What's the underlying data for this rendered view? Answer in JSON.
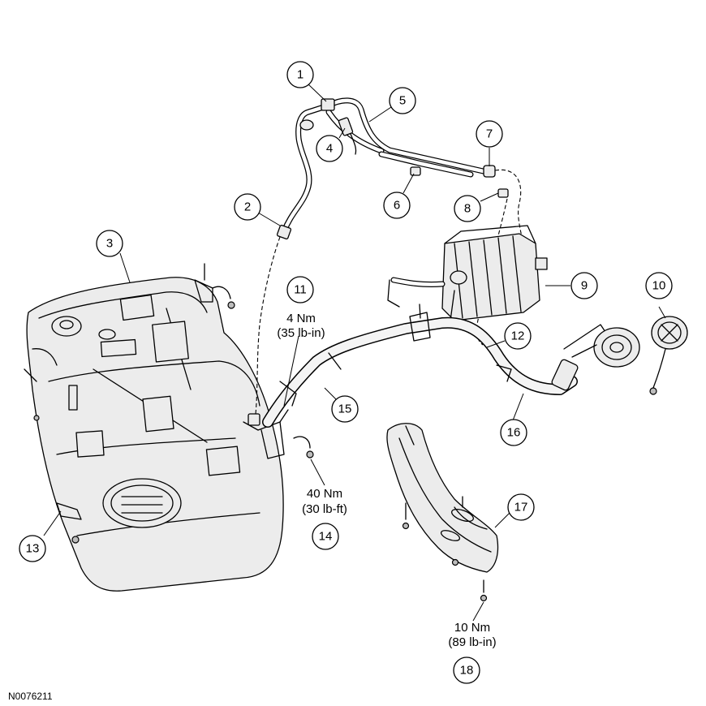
{
  "diagram": {
    "reference_code": "N0076211",
    "callouts": [
      {
        "label": "1"
      },
      {
        "label": "2"
      },
      {
        "label": "3"
      },
      {
        "label": "4"
      },
      {
        "label": "5"
      },
      {
        "label": "6"
      },
      {
        "label": "7"
      },
      {
        "label": "8"
      },
      {
        "label": "9"
      },
      {
        "label": "10"
      },
      {
        "label": "11"
      },
      {
        "label": "12"
      },
      {
        "label": "13"
      },
      {
        "label": "14"
      },
      {
        "label": "15"
      },
      {
        "label": "16"
      },
      {
        "label": "17"
      },
      {
        "label": "18"
      }
    ],
    "torque_specs": [
      {
        "metric": "4 Nm",
        "imperial": "(35 lb-in)"
      },
      {
        "metric": "40 Nm",
        "imperial": "(30 lb-ft)"
      },
      {
        "metric": "10 Nm",
        "imperial": "(89 lb-in)"
      }
    ]
  }
}
